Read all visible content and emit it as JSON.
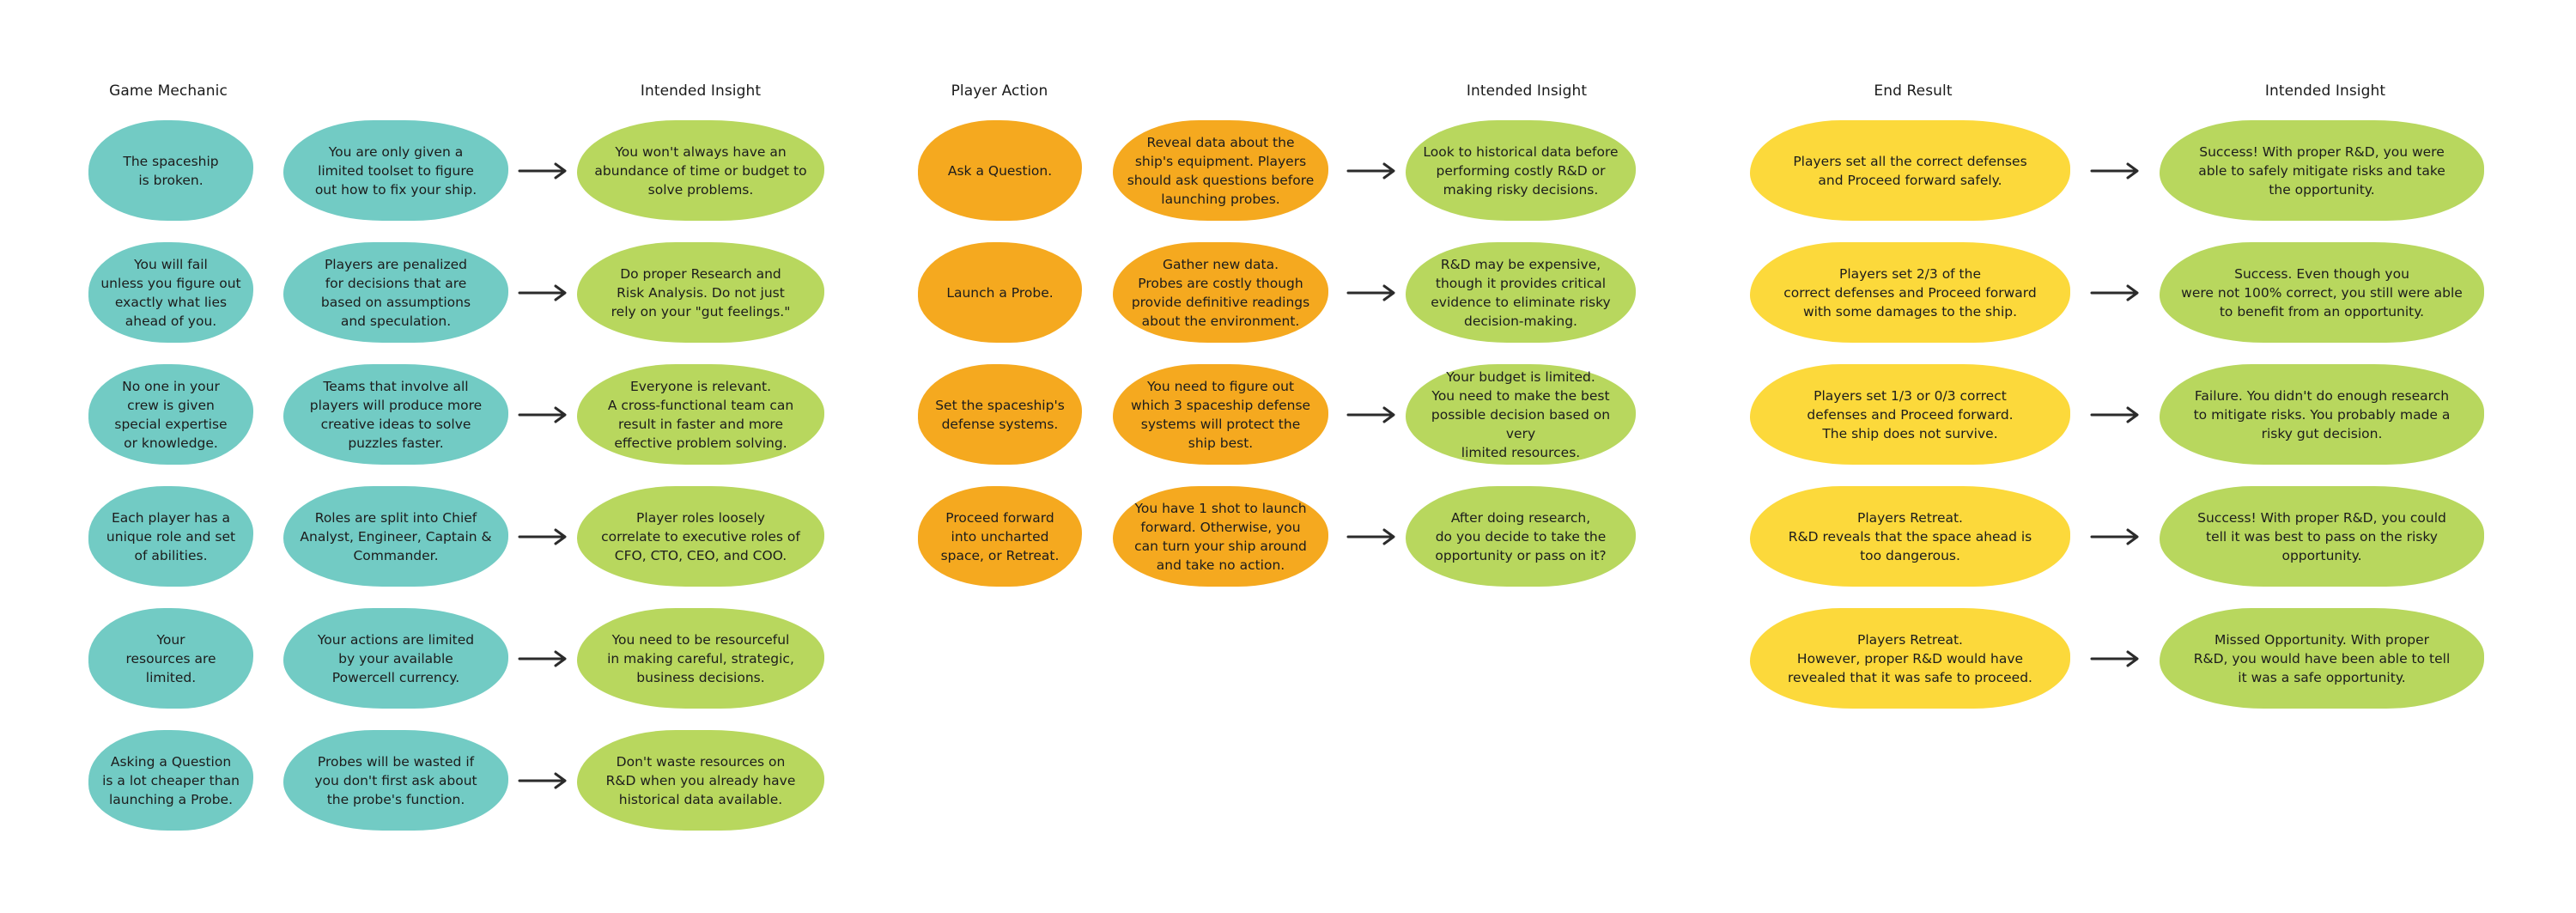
{
  "colors": {
    "game_mechanic": "#72CBC4",
    "player_action": "#F5A91F",
    "end_result": "#FCD93B",
    "insight": "#B8D75E",
    "arrow": "#2b2b2b"
  },
  "sections": [
    {
      "id": "game-mechanic",
      "header_left": "Game Mechanic",
      "header_right": "Intended Insight",
      "rows": [
        {
          "item": "The spaceship\nis broken.",
          "detail": "You are only given a\nlimited toolset to figure\nout how to fix your ship.",
          "insight": "You won't always have an\nabundance of time or budget to\nsolve problems."
        },
        {
          "item": "You will fail\nunless you figure out\nexactly what lies\nahead of you.",
          "detail": "Players are penalized\nfor decisions that are\nbased on assumptions\nand speculation.",
          "insight": "Do proper Research and\nRisk Analysis. Do not just\nrely on your \"gut feelings.\""
        },
        {
          "item": "No one in your\ncrew is given\nspecial expertise\nor knowledge.",
          "detail": "Teams that involve all\nplayers will produce more\ncreative ideas to solve\npuzzles faster.",
          "insight": "Everyone is relevant.\nA cross-functional team can\nresult in faster and more\neffective problem solving."
        },
        {
          "item": "Each player has a\nunique role and set\nof abilities.",
          "detail": "Roles are split into Chief\nAnalyst, Engineer, Captain &\nCommander.",
          "insight": "Player roles loosely\ncorrelate to executive roles of\nCFO, CTO, CEO, and COO."
        },
        {
          "item": "Your\nresources are\nlimited.",
          "detail": "Your actions are limited\nby your available\nPowercell currency.",
          "insight": "You need to be resourceful\nin making careful, strategic,\nbusiness decisions."
        },
        {
          "item": "Asking a Question\nis a lot cheaper than\nlaunching a Probe.",
          "detail": "Probes will be wasted if\nyou don't first ask about\nthe probe's function.",
          "insight": "Don't waste resources on\nR&D when you already have\nhistorical data available."
        }
      ]
    },
    {
      "id": "player-action",
      "header_left": "Player Action",
      "header_right": "Intended Insight",
      "rows": [
        {
          "item": "Ask a Question.",
          "detail": "Reveal data about the\nship's equipment. Players\nshould ask questions before\nlaunching probes.",
          "insight": "Look to historical data before\nperforming costly R&D or\nmaking risky decisions."
        },
        {
          "item": "Launch a Probe.",
          "detail": "Gather new data.\nProbes are costly though\nprovide definitive readings\nabout the environment.",
          "insight": "R&D may be expensive,\nthough it provides critical\nevidence to eliminate risky\ndecision-making."
        },
        {
          "item": "Set the spaceship's\ndefense systems.",
          "detail": "You need to figure out\nwhich 3 spaceship defense\nsystems will protect the\nship best.",
          "insight": "Your budget is limited.\nYou need to make the best\npossible decision based on very\nlimited resources."
        },
        {
          "item": "Proceed forward\ninto uncharted\nspace, or Retreat.",
          "detail": "You have 1 shot to launch\nforward. Otherwise, you\ncan turn your ship around\nand take no action.",
          "insight": "After doing research,\ndo you decide to take the\nopportunity or pass on it?"
        }
      ]
    },
    {
      "id": "end-result",
      "header_left": "End Result",
      "header_right": "Intended Insight",
      "rows": [
        {
          "item": "Players set all the correct defenses\nand Proceed forward safely.",
          "insight": "Success! With proper R&D, you were\nable to safely mitigate risks and take\nthe opportunity."
        },
        {
          "item": "Players set 2/3 of the\ncorrect defenses and Proceed forward\nwith some damages to the ship.",
          "insight": "Success. Even though you\nwere not 100% correct, you still were able\nto benefit from an opportunity."
        },
        {
          "item": "Players set 1/3 or 0/3 correct\ndefenses and Proceed forward.\nThe ship does not survive.",
          "insight": "Failure. You didn't do enough research\nto mitigate risks. You probably made a\nrisky gut decision."
        },
        {
          "item": "Players Retreat.\nR&D reveals that the space ahead is\ntoo dangerous.",
          "insight": "Success! With proper R&D, you could\ntell it was best to pass on the risky\nopportunity."
        },
        {
          "item": "Players Retreat.\nHowever, proper R&D would have\nrevealed that it was safe to proceed.",
          "insight": "Missed Opportunity. With proper\nR&D, you would have been able to tell\nit was a safe opportunity."
        }
      ]
    }
  ]
}
